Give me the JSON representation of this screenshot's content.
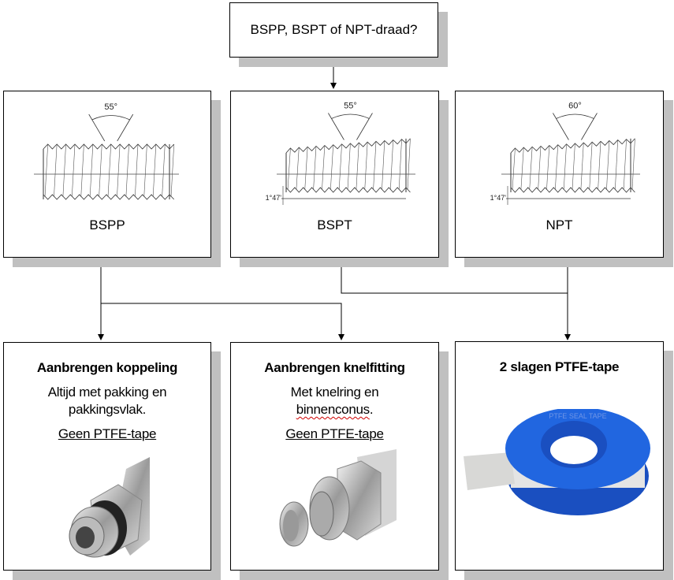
{
  "question": "BSPP, BSPT of NPT-draad?",
  "threads": [
    {
      "label": "BSPP",
      "angle": "55°",
      "taper": ""
    },
    {
      "label": "BSPT",
      "angle": "55°",
      "taper": "1°47'"
    },
    {
      "label": "NPT",
      "angle": "60°",
      "taper": "1°47'"
    }
  ],
  "outcomes": [
    {
      "title": "Aanbrengen koppeling",
      "line1": "Altijd met pakking en",
      "line2": "pakkingsvlak.",
      "note": "Geen PTFE-tape",
      "image": "coupling-photo"
    },
    {
      "title": "Aanbrengen knelfitting",
      "line1": "Met knelring en",
      "line2": "binnenconus",
      "line2_suffix": ".",
      "note": "Geen PTFE-tape",
      "image": "compression-fitting-photo"
    },
    {
      "title": "2 slagen PTFE-tape",
      "image": "ptfe-tape-roll-photo",
      "image_text": "PTFE SEAL TAPE"
    }
  ],
  "colors": {
    "border": "#000000",
    "shadow": "#c0c0c0",
    "tape_blue": "#1f5fd6",
    "spellcheck": "#d00000"
  }
}
